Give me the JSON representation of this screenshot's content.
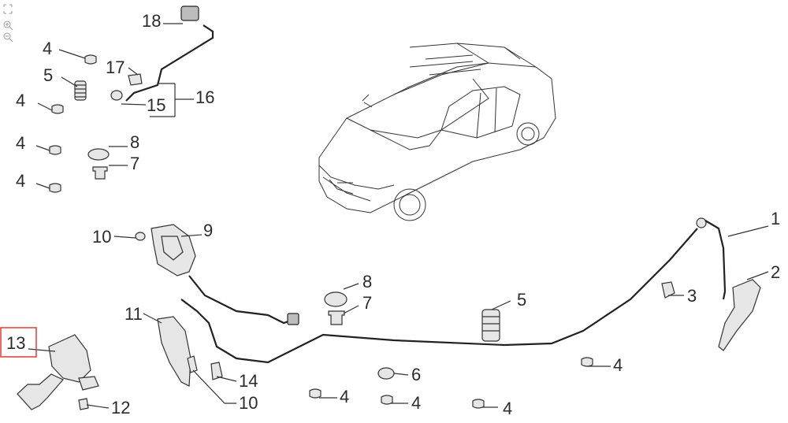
{
  "callouts": [
    {
      "id": "c18",
      "label": "18"
    },
    {
      "id": "c4a",
      "label": "4"
    },
    {
      "id": "c17",
      "label": "17"
    },
    {
      "id": "c5a",
      "label": "5"
    },
    {
      "id": "c16",
      "label": "16"
    },
    {
      "id": "c4b",
      "label": "4"
    },
    {
      "id": "c15",
      "label": "15"
    },
    {
      "id": "c4c",
      "label": "4"
    },
    {
      "id": "c8a",
      "label": "8"
    },
    {
      "id": "c7a",
      "label": "7"
    },
    {
      "id": "c4d",
      "label": "4"
    },
    {
      "id": "c10a",
      "label": "10"
    },
    {
      "id": "c9",
      "label": "9"
    },
    {
      "id": "c1",
      "label": "1"
    },
    {
      "id": "c2",
      "label": "2"
    },
    {
      "id": "c3",
      "label": "3"
    },
    {
      "id": "c8b",
      "label": "8"
    },
    {
      "id": "c7b",
      "label": "7"
    },
    {
      "id": "c5b",
      "label": "5"
    },
    {
      "id": "c11",
      "label": "11"
    },
    {
      "id": "c13",
      "label": "13"
    },
    {
      "id": "c4e",
      "label": "4"
    },
    {
      "id": "c6",
      "label": "6"
    },
    {
      "id": "c14",
      "label": "14"
    },
    {
      "id": "c10b",
      "label": "10"
    },
    {
      "id": "c4f",
      "label": "4"
    },
    {
      "id": "c4g",
      "label": "4"
    },
    {
      "id": "c4h",
      "label": "4"
    },
    {
      "id": "c12",
      "label": "12"
    }
  ],
  "colors": {
    "highlight": "#e53935",
    "ink": "#2b2b2b"
  },
  "toolbar_icons": [
    "fit-icon",
    "zoom-in-icon",
    "zoom-out-icon"
  ]
}
